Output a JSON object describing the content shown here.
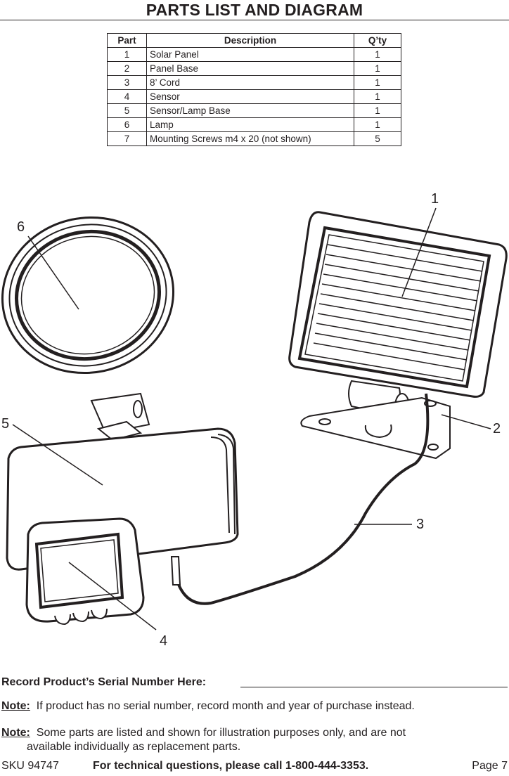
{
  "title": "PARTS LIST AND DIAGRAM",
  "table": {
    "headers": [
      "Part",
      "Description",
      "Q’ty"
    ],
    "rows": [
      {
        "part": "1",
        "description": "Solar Panel",
        "qty": "1"
      },
      {
        "part": "2",
        "description": "Panel Base",
        "qty": "1"
      },
      {
        "part": "3",
        "description": "8’ Cord",
        "qty": "1"
      },
      {
        "part": "4",
        "description": "Sensor",
        "qty": "1"
      },
      {
        "part": "5",
        "description": "Sensor/Lamp Base",
        "qty": "1"
      },
      {
        "part": "6",
        "description": "Lamp",
        "qty": "1"
      },
      {
        "part": "7",
        "description": "Mounting Screws m4 x 20  (not shown)",
        "qty": "5"
      }
    ]
  },
  "diagram": {
    "callouts": [
      "1",
      "2",
      "3",
      "4",
      "5",
      "6"
    ]
  },
  "serial": {
    "label": "Record Product’s Serial Number Here:"
  },
  "notes": [
    {
      "label": "Note:",
      "text": "If product has no serial number, record month and year of purchase instead.",
      "cont": ""
    },
    {
      "label": "Note:",
      "text": "Some parts are listed and shown for illustration purposes only, and are not",
      "cont": "available individually as replacement parts."
    }
  ],
  "footer": {
    "sku": "SKU 94747",
    "tech": "For technical questions, please call 1-800-444-3353.",
    "page": "Page 7"
  }
}
